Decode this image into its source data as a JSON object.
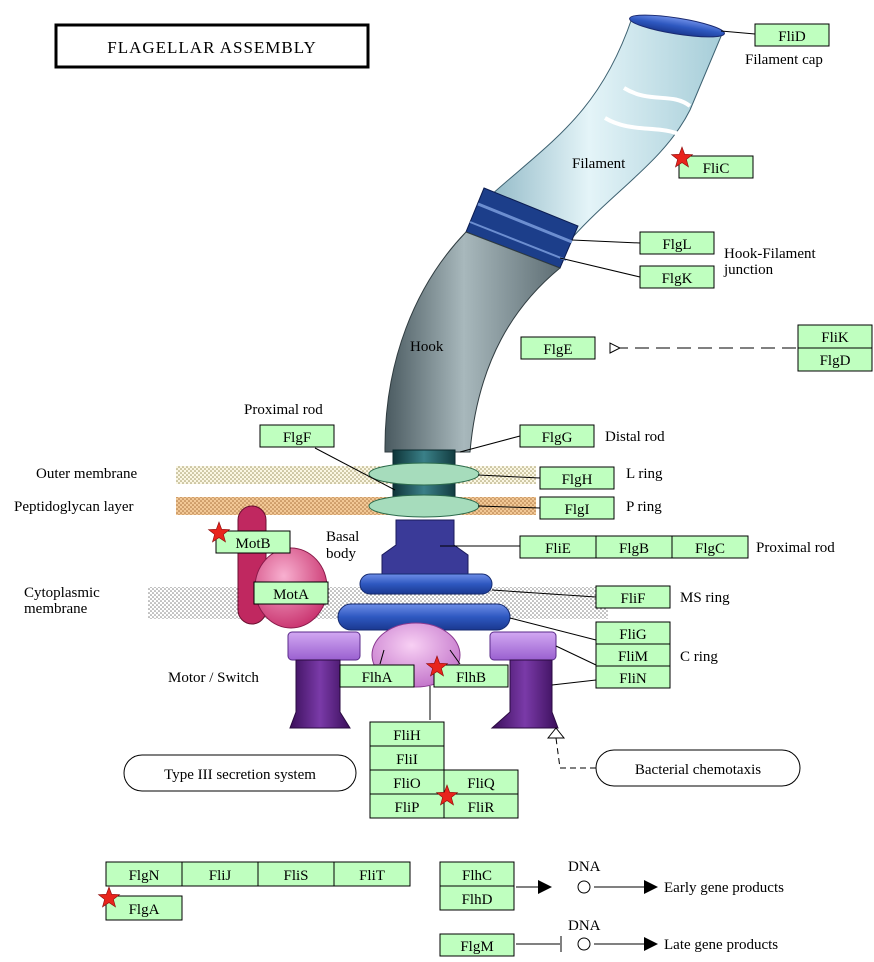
{
  "title": "FLAGELLAR ASSEMBLY",
  "labels": {
    "filament_cap": "Filament cap",
    "filament": "Filament",
    "hook_filament_junction_1": "Hook-Filament",
    "hook_filament_junction_2": "junction",
    "hook": "Hook",
    "proximal_rod_top": "Proximal rod",
    "distal_rod": "Distal rod",
    "outer_membrane": "Outer membrane",
    "l_ring": "L ring",
    "peptidoglycan_layer": "Peptidoglycan layer",
    "p_ring": "P ring",
    "basal_body_1": "Basal",
    "basal_body_2": "body",
    "proximal_rod_right": "Proximal rod",
    "cytoplasmic_membrane_1": "Cytoplasmic",
    "cytoplasmic_membrane_2": "membrane",
    "ms_ring": "MS ring",
    "c_ring": "C ring",
    "motor_switch": "Motor / Switch",
    "type3": "Type III secretion system",
    "bacterial_chemotaxis": "Bacterial chemotaxis",
    "dna_1": "DNA",
    "dna_2": "DNA",
    "early_gene_products": "Early gene products",
    "late_gene_products": "Late gene products"
  },
  "genes": {
    "FliD": "FliD",
    "FliC": "FliC",
    "FlgL": "FlgL",
    "FlgK": "FlgK",
    "FliK": "FliK",
    "FlgD": "FlgD",
    "FlgE": "FlgE",
    "FlgF": "FlgF",
    "FlgG": "FlgG",
    "FlgH": "FlgH",
    "FlgI": "FlgI",
    "MotB": "MotB",
    "MotA": "MotA",
    "FliE": "FliE",
    "FlgB": "FlgB",
    "FlgC": "FlgC",
    "FliF": "FliF",
    "FliG": "FliG",
    "FliM": "FliM",
    "FliN": "FliN",
    "FlhA": "FlhA",
    "FlhB": "FlhB",
    "FliH": "FliH",
    "FliI": "FliI",
    "FliO": "FliO",
    "FliQ": "FliQ",
    "FliP": "FliP",
    "FliR": "FliR",
    "FlgN": "FlgN",
    "FliJ": "FliJ",
    "FliS": "FliS",
    "FliT": "FliT",
    "FlgA": "FlgA",
    "FlhC": "FlhC",
    "FlhD": "FlhD",
    "FlgM": "FlgM"
  },
  "starred_genes": [
    "FliC",
    "MotB",
    "FlhB",
    "FliR",
    "FlgA"
  ],
  "colors": {
    "gene_box": "#bfffbf",
    "star": "#e8241c",
    "filament": "#c6e4ec",
    "hook": "#6f7f85",
    "rod": "#1e5a60",
    "ring_green": "#9ed6b4",
    "ring_blue": "#3a66c8",
    "motor_purple": "#5a1f80",
    "c_ring_violet": "#b27ae0",
    "motA_pink": "#e0508c"
  }
}
